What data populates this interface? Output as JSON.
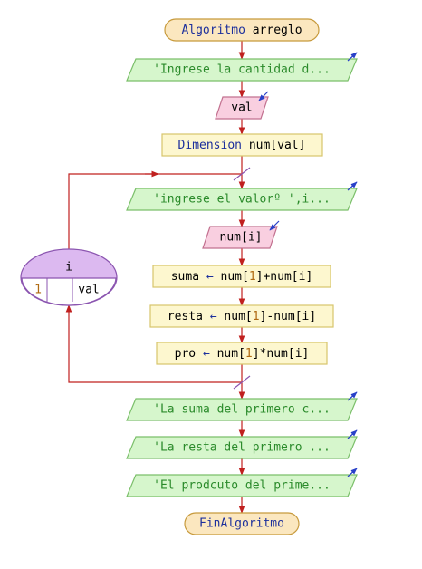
{
  "flowchart": {
    "start": {
      "keyword": "Algoritmo",
      "name": "arreglo"
    },
    "step_prompt_quantity": {
      "text": "'Ingrese la cantidad d..."
    },
    "step_read_val": {
      "var": "val"
    },
    "step_dimension": {
      "keyword": "Dimension",
      "target": "num[val]"
    },
    "loop": {
      "var": "i",
      "from": "1",
      "to": "val"
    },
    "loop_prompt_value": {
      "text": "'ingrese el valorº ',i..."
    },
    "loop_read_num": {
      "var": "num[i]"
    },
    "assign_suma": {
      "target": "suma",
      "arrow": "←",
      "expr_a": "num[",
      "idx": "1",
      "expr_b": "]+num[i]"
    },
    "assign_resta": {
      "target": "resta",
      "arrow": "←",
      "expr_a": "num[",
      "idx": "1",
      "expr_b": "]-num[i]"
    },
    "assign_pro": {
      "target": "pro",
      "arrow": "←",
      "expr_a": "num[",
      "idx": "1",
      "expr_b": "]*num[i]"
    },
    "out_suma": {
      "text": "'La suma del primero c..."
    },
    "out_resta": {
      "text": "'La resta del primero ..."
    },
    "out_producto": {
      "text": "'El prodcuto del prime..."
    },
    "end": {
      "keyword": "FinAlgoritmo"
    }
  },
  "colors": {
    "connector": "#c0201f",
    "terminal_fill": "#fbe7bf",
    "terminal_stroke": "#c79a3c",
    "io_fill": "#d6f6cc",
    "io_stroke": "#7bbf6a",
    "read_fill": "#f9cfe0",
    "read_stroke": "#c2708f",
    "process_fill": "#fdf7cf",
    "process_stroke": "#d7c56c",
    "loop_fill": "#dcb9f0",
    "loop_stroke": "#8b55b0",
    "io_arrow": "#2840c8"
  }
}
